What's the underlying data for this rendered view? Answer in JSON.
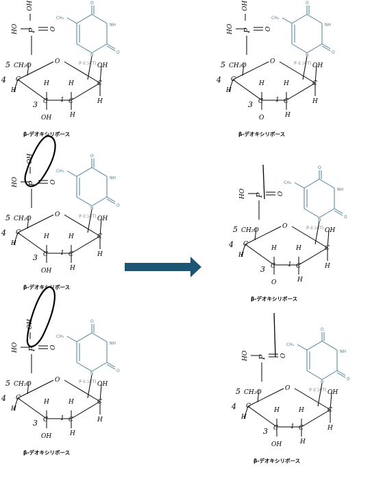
{
  "figure": {
    "label_sugar": "β-デオキシリボース",
    "label_base": "チミン(T)",
    "atoms": {
      "ho": "HO",
      "oh": "OH",
      "p": "P",
      "o": "O",
      "h": "H",
      "ch2o": "CH₂O",
      "c": "C",
      "n": "N",
      "nh": "NH",
      "ch3": "CH₃",
      "num5": "5",
      "num4": "4",
      "num3": "3",
      "num1": "1"
    },
    "arrow_color": "#1f5574",
    "base_color": "#4a7f99"
  }
}
